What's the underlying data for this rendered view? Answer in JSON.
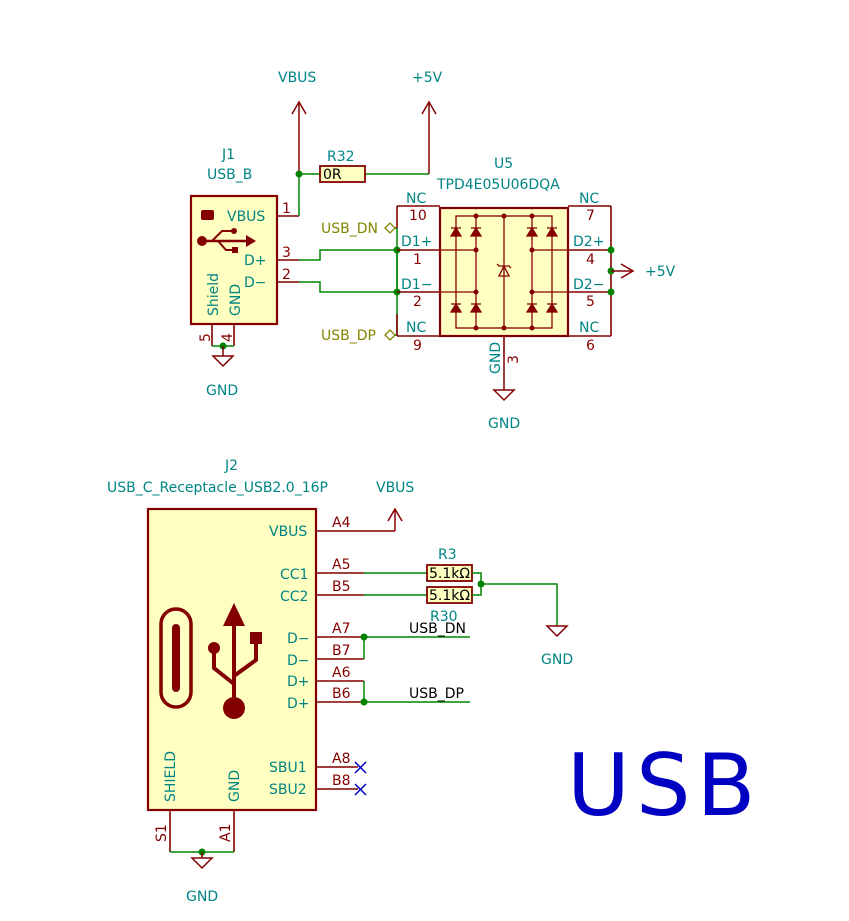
{
  "title": "USB",
  "j1": {
    "ref": "J1",
    "value": "USB_B",
    "pins": {
      "vbus": "VBUS",
      "dp": "D+",
      "dm": "D−",
      "shield": "Shield",
      "gnd": "GND"
    },
    "pin_numbers": {
      "vbus": "1",
      "dp": "3",
      "dm": "2",
      "shield": "5",
      "gnd": "4"
    }
  },
  "r32": {
    "ref": "R32",
    "value": "0R"
  },
  "u5": {
    "ref": "U5",
    "value": "TPD4E05U06DQA",
    "pins": {
      "nc1": "NC",
      "d1p": "D1+",
      "d1m": "D1−",
      "nc2": "NC",
      "nc3": "NC",
      "d2p": "D2+",
      "d2m": "D2−",
      "nc4": "NC",
      "gnd": "GND"
    },
    "pin_numbers": {
      "nc1": "10",
      "d1p": "1",
      "d1m": "2",
      "nc2": "9",
      "nc3": "7",
      "d2p": "4",
      "d2m": "5",
      "nc4": "6",
      "gnd": "3"
    }
  },
  "power": {
    "vbus": "VBUS",
    "p5v": "+5V",
    "gnd": "GND"
  },
  "labels": {
    "usb_dn": "USB_DN",
    "usb_dp": "USB_DP"
  },
  "j2": {
    "ref": "J2",
    "value": "USB_C_Receptacle_USB2.0_16P",
    "pins": {
      "vbus": "VBUS",
      "cc1": "CC1",
      "cc2": "CC2",
      "dm1": "D−",
      "dm2": "D−",
      "dp1": "D+",
      "dp2": "D+",
      "sbu1": "SBU1",
      "sbu2": "SBU2",
      "shield": "SHIELD",
      "gnd": "GND"
    },
    "pin_numbers": {
      "vbus": "A4",
      "cc1": "A5",
      "cc2": "B5",
      "dm1": "A7",
      "dm2": "B7",
      "dp1": "A6",
      "dp2": "B6",
      "sbu1": "A8",
      "sbu2": "B8",
      "shield": "S1",
      "gnd": "A1"
    }
  },
  "r3": {
    "ref": "R3",
    "value": "5.1kΩ"
  },
  "r30": {
    "ref": "R30",
    "value": "5.1kΩ"
  }
}
